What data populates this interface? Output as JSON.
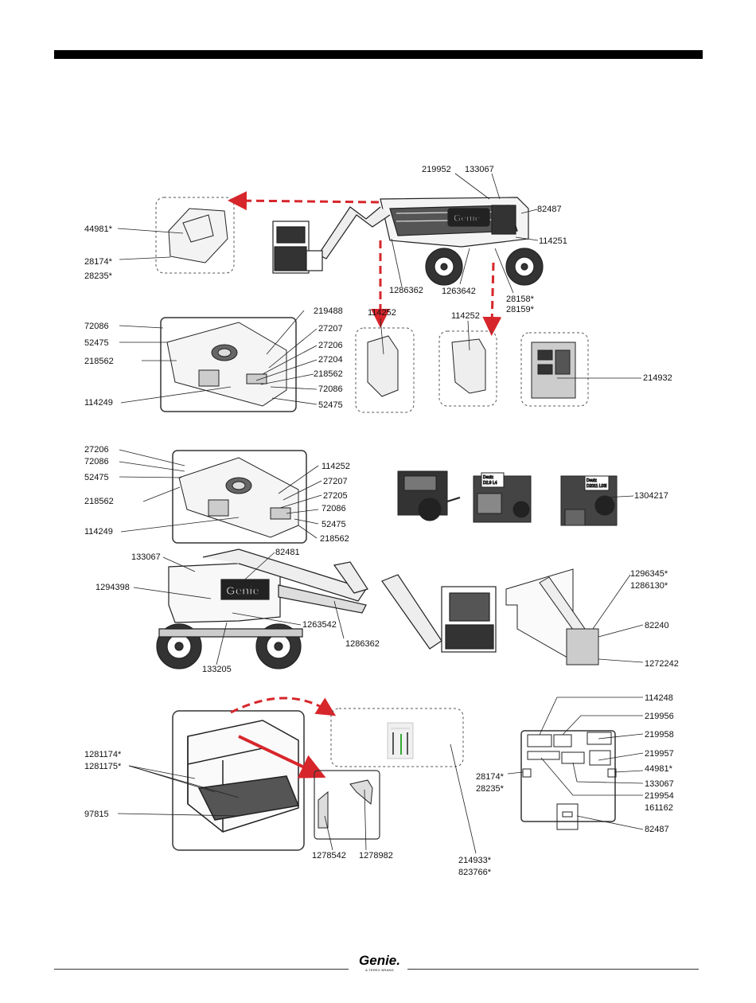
{
  "brand": {
    "logo_text": "Genie",
    "footer_logo": "Genie.",
    "footer_tagline": "A TEREX BRAND"
  },
  "colors": {
    "callout_arrow": "#d7262b",
    "line": "#222222"
  },
  "labels": {
    "l219952": "219952",
    "l133067_top": "133067",
    "l82487_top": "82487",
    "l114251": "114251",
    "l44981_top": "44981*",
    "l28174_top": "28174*",
    "l28235_top": "28235*",
    "l1286362_top": "1286362",
    "l1263642_top": "1263642",
    "l28158": "28158*",
    "l28159": "28159*",
    "l72086_a": "72086",
    "l52475_a": "52475",
    "l218562_a": "218562",
    "l114249_a": "114249",
    "l219488": "219488",
    "l27207_a": "27207",
    "l27206_a": "27206",
    "l27204": "27204",
    "l218562_b": "218562",
    "l72086_b": "72086",
    "l52475_b": "52475",
    "l114252_a": "114252",
    "l114252_b": "114252",
    "l214932": "214932",
    "l27206_c": "27206",
    "l72086_c": "72086",
    "l52475_c": "52475",
    "l218562_c": "218562",
    "l114249_c": "114249",
    "l114252_c": "114252",
    "l27207_c": "27207",
    "l27205": "27205",
    "l72086_d": "72086",
    "l52475_d": "52475",
    "l218562_d": "218562",
    "l1304217": "1304217",
    "l133067_mid": "133067",
    "l82481": "82481",
    "l1294398": "1294398",
    "l1263542_mid": "1263542",
    "l1286362_mid": "1286362",
    "l133205": "133205",
    "l1296345": "1296345*",
    "l1286130": "1286130*",
    "l82240": "82240",
    "l1272242": "1272242",
    "l1281174": "1281174*",
    "l1281175": "1281175*",
    "l97815": "97815",
    "l1278542": "1278542",
    "l1278982": "1278982",
    "l214933": "214933*",
    "l823766": "823766*",
    "l114248": "114248",
    "l219956": "219956",
    "l219958": "219958",
    "l219957": "219957",
    "l44981_panel": "44981*",
    "l28174_panel": "28174*",
    "l28235_panel": "28235*",
    "l133067_panel": "133067",
    "l219954": "219954",
    "l161162": "161162",
    "l82487_panel": "82487"
  },
  "engine_decals": {
    "e1": "Deutz",
    "e1b": "D2.9 L4",
    "e2": "Deutz",
    "e2b": "D2011 L03i"
  }
}
